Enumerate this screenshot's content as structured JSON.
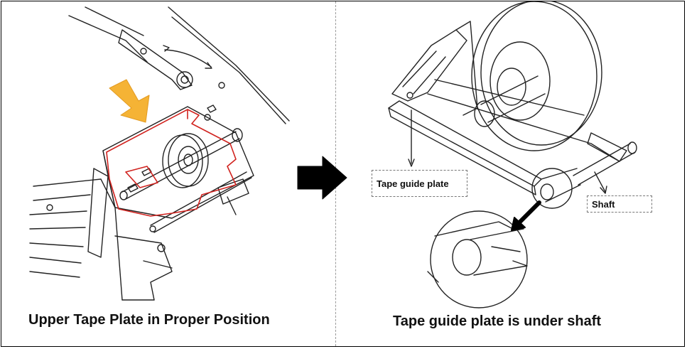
{
  "captions": {
    "left": "Upper Tape Plate in Proper Position",
    "right": "Tape guide plate is under shaft"
  },
  "callouts": {
    "tape_guide_plate": "Tape guide plate",
    "shaft": "Shaft"
  },
  "colors": {
    "highlight_arrow": "#f5b335",
    "highlight_outline": "#d1231f",
    "transition_arrow": "#000000"
  },
  "icons": {
    "transition": "right-arrow-icon",
    "highlight": "down-right-arrow-icon",
    "zoom": "zoom-arrow-icon"
  }
}
